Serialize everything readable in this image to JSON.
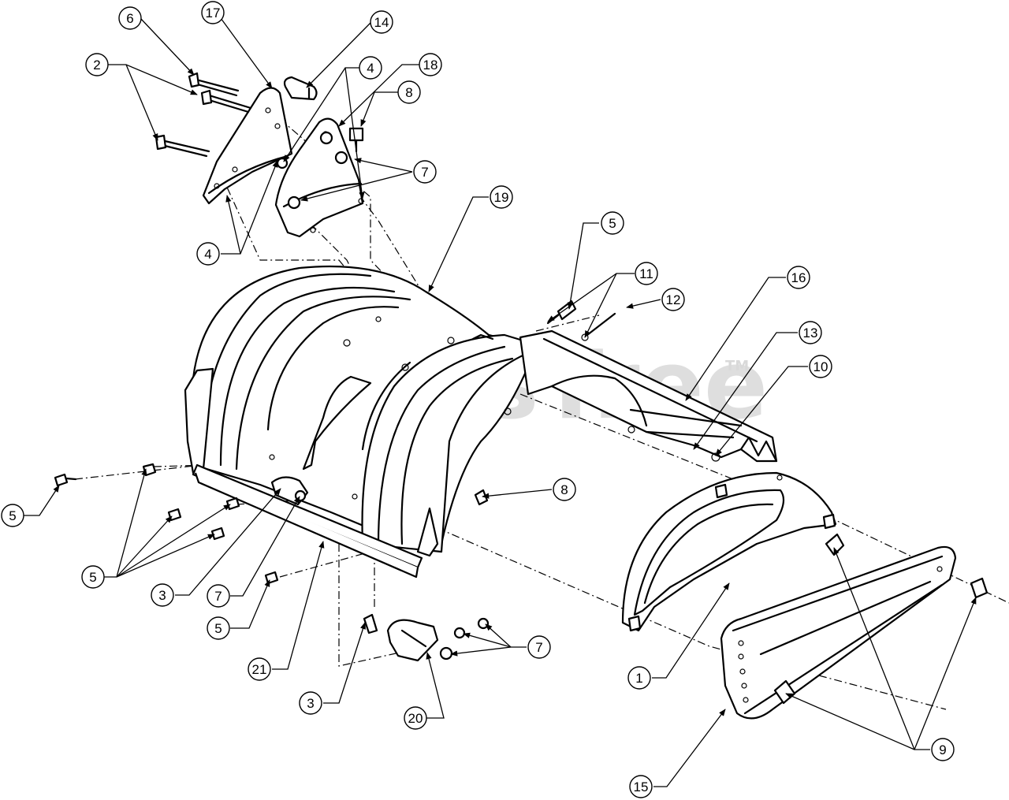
{
  "watermark": {
    "text": "PartsTree",
    "tm": "TM"
  },
  "callouts": [
    "6",
    "17",
    "14",
    "2",
    "4",
    "18",
    "8",
    "7",
    "4",
    "19",
    "5",
    "11",
    "12",
    "16",
    "13",
    "10",
    "5",
    "8",
    "5",
    "3",
    "7",
    "5",
    "21",
    "3",
    "20",
    "7",
    "1",
    "9",
    "15"
  ]
}
